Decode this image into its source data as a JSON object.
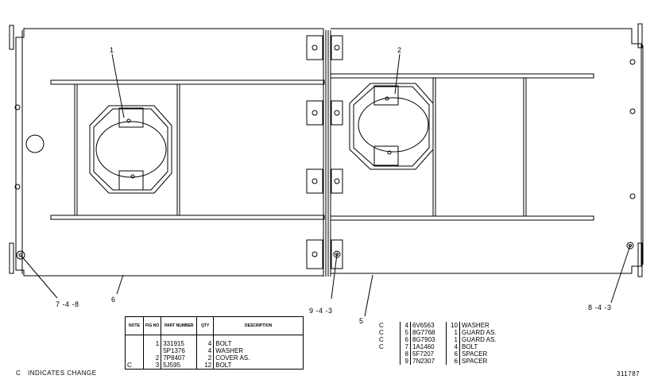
{
  "callouts": {
    "item1": "1",
    "item2": "2",
    "item5": "5",
    "item6": "6",
    "ref_left": "7 -4 -8",
    "ref_mid": "9 -4 -3",
    "ref_right": "8 -4 -3"
  },
  "parts_table_left": {
    "headers": [
      "NOTE",
      "FIG NO",
      "PART NUMBER",
      "QTY",
      "DESCRIPTION"
    ],
    "rows": [
      {
        "note": "",
        "fig": "1",
        "part": "331915",
        "qty": "4",
        "desc": "BOLT"
      },
      {
        "note": "",
        "fig": "",
        "part": "5P1376",
        "qty": "4",
        "desc": "WASHER"
      },
      {
        "note": "",
        "fig": "2",
        "part": "7P8407",
        "qty": "2",
        "desc": "COVER AS."
      },
      {
        "note": "C",
        "fig": "3",
        "part": "5J595",
        "qty": "12",
        "desc": "BOLT"
      }
    ]
  },
  "parts_table_right": {
    "rows": [
      {
        "note": "C",
        "fig": "4",
        "part": "6V6563",
        "qty": "10",
        "desc": "WASHER"
      },
      {
        "note": "C",
        "fig": "5",
        "part": "8G7768",
        "qty": "1",
        "desc": "GUARD AS."
      },
      {
        "note": "C",
        "fig": "6",
        "part": "8G7903",
        "qty": "1",
        "desc": "GUARD AS."
      },
      {
        "note": "C",
        "fig": "7",
        "part": "1A1460",
        "qty": "4",
        "desc": "BOLT"
      },
      {
        "note": "",
        "fig": "8",
        "part": "5F7207",
        "qty": "6",
        "desc": "SPACER"
      },
      {
        "note": "",
        "fig": "9",
        "part": "7N2307",
        "qty": "6",
        "desc": "SPACER"
      }
    ]
  },
  "legend": {
    "symbol": "C",
    "text": "INDICATES CHANGE"
  },
  "drawing_number": "311787"
}
